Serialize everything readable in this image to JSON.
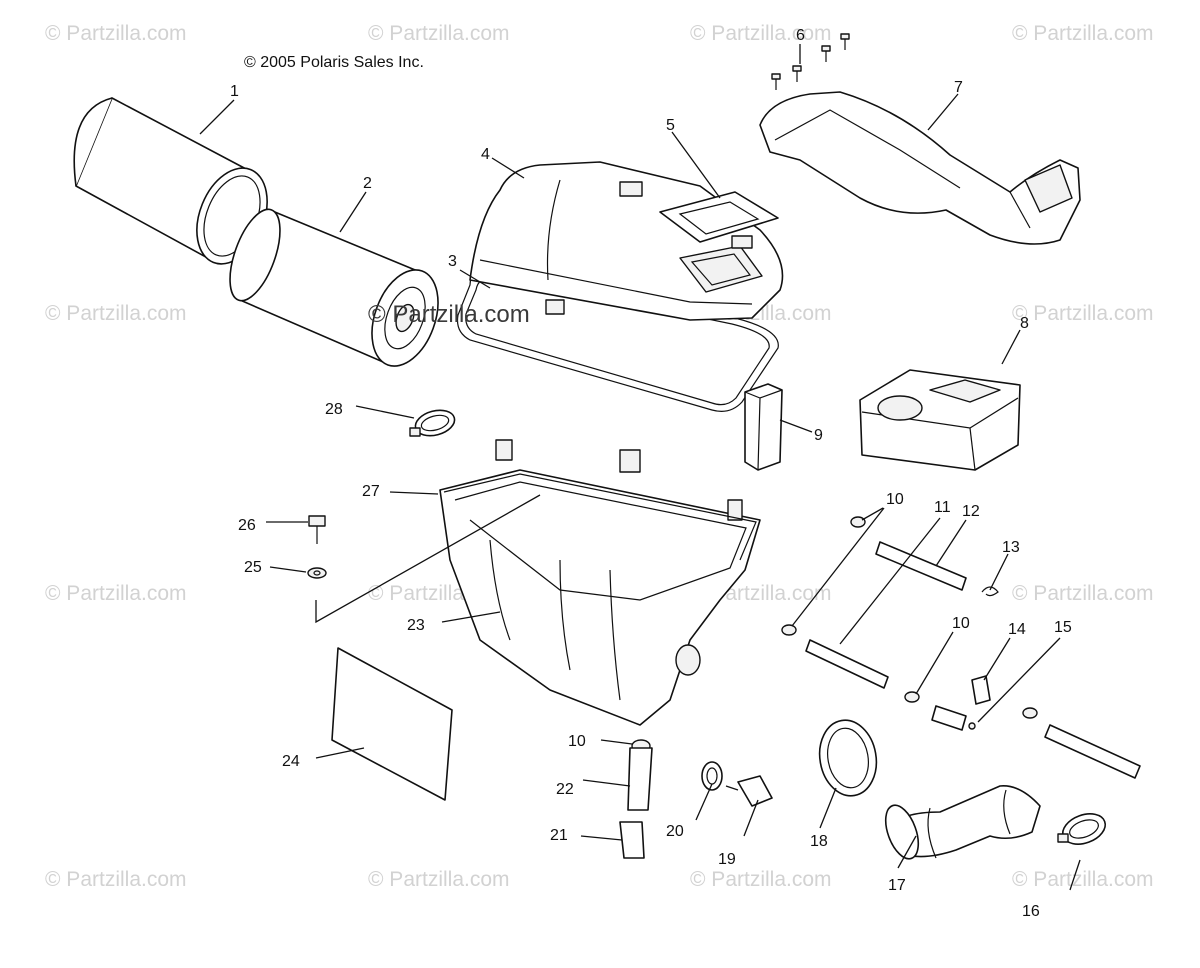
{
  "copyright": "© 2005 Polaris Sales Inc.",
  "watermark": "© Partzilla.com",
  "callouts": {
    "p1": "1",
    "p2": "2",
    "p3": "3",
    "p4": "4",
    "p5": "5",
    "p6": "6",
    "p7": "7",
    "p8": "8",
    "p9": "9",
    "p10": "10",
    "p11": "11",
    "p12": "12",
    "p13": "13",
    "p14": "14",
    "p15": "15",
    "p16": "16",
    "p17": "17",
    "p18": "18",
    "p19": "19",
    "p20": "20",
    "p21": "21",
    "p22": "22",
    "p23": "23",
    "p24": "24",
    "p25": "25",
    "p26": "26",
    "p27": "27",
    "p28": "28"
  },
  "colors": {
    "line": "#111111",
    "watermark": "#d2d2d2",
    "background": "#ffffff"
  }
}
